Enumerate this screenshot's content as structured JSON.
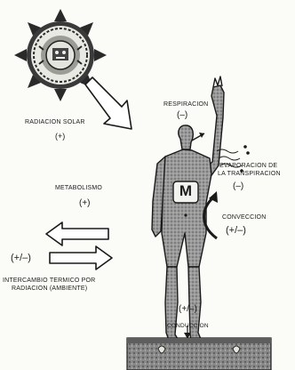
{
  "labels": {
    "radiacion_solar": "RADIACION SOLAR",
    "radiacion_solar_sign": "(+)",
    "respiracion": "RESPIRACION",
    "respiracion_sign": "(–)",
    "evaporacion_line1": "EVAPORACION DE",
    "evaporacion_line2": "LA TRANSPIRACION",
    "evaporacion_sign": "(–)",
    "metabolismo": "METABOLISMO",
    "metabolismo_sign": "(+)",
    "conveccion": "CONVECCION",
    "conveccion_sign": "(+/–)",
    "intercambio_line1": "INTERCAMBIO TERMICO POR",
    "intercambio_line2": "RADIACION (AMBIENTE)",
    "intercambio_sign": "(+/–)",
    "conduccion": "CONDUCCION",
    "conduccion_sign": "(+/–)",
    "chest_letter": "M"
  },
  "colors": {
    "ink": "#1a1a1a",
    "figure_fill": "#8f8f8f",
    "ground_fill": "#7d7d7d",
    "paper": "#fbfbf8"
  },
  "icons": {
    "sun": "aztec-sun-stone",
    "solar_arrow": "diagonal-hollow-arrow",
    "radiation_exchange": "double-hollow-arrows",
    "convection": "curved-arrow"
  }
}
